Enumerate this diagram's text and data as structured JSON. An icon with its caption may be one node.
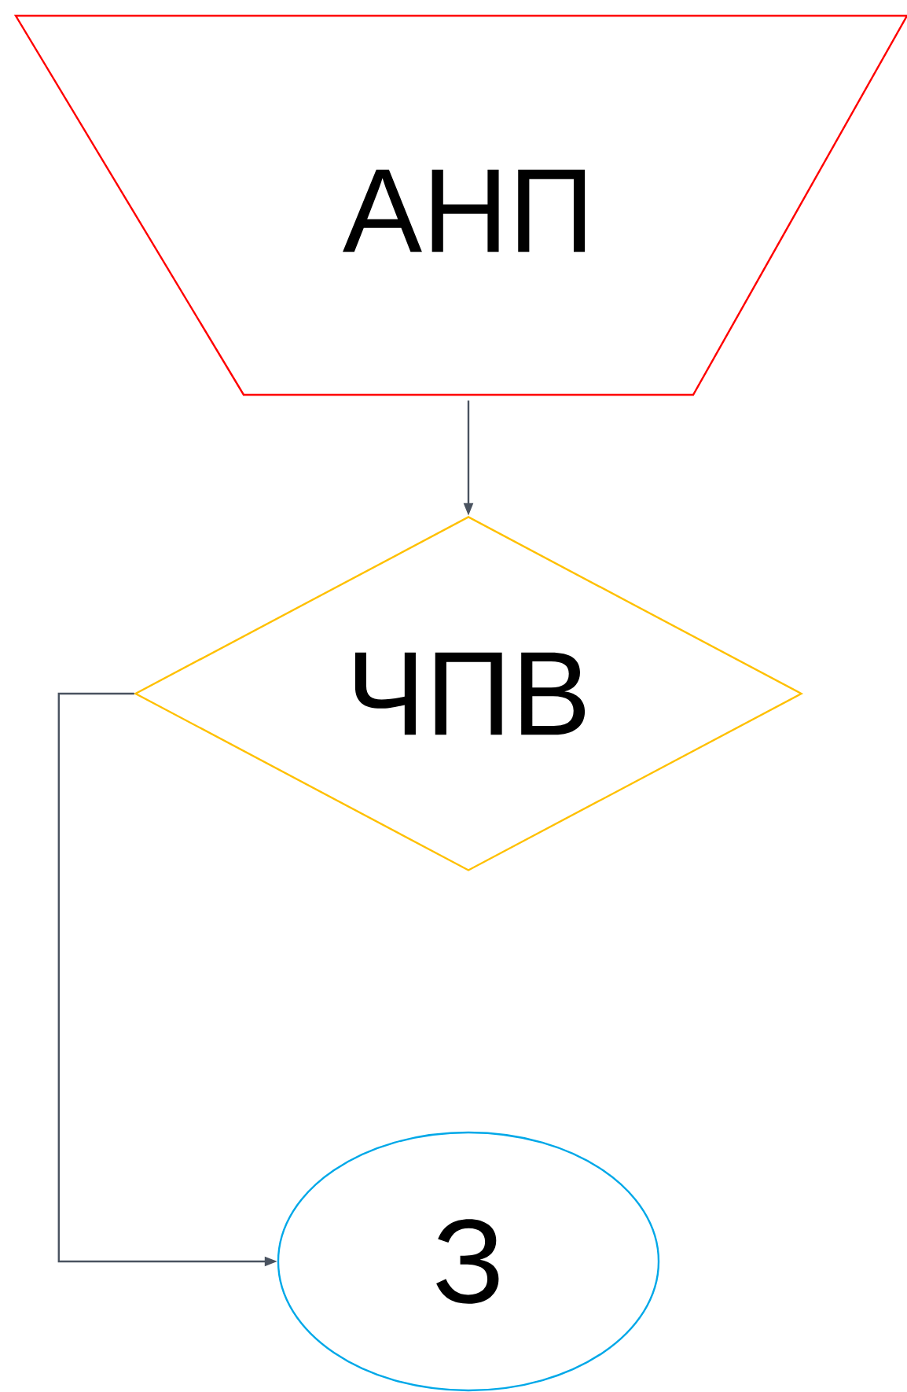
{
  "diagram": {
    "nodes": [
      {
        "text": [
          "АНП"
        ]
      },
      {
        "text": [
          "ЧПВ"
        ]
      },
      {
        "text": [
          "З"
        ]
      }
    ],
    "edges": [
      {
        "from": 0,
        "to": 1,
        "arrow": "to"
      },
      {
        "from": 1,
        "to": 2,
        "arrow": "to"
      }
    ]
  }
}
